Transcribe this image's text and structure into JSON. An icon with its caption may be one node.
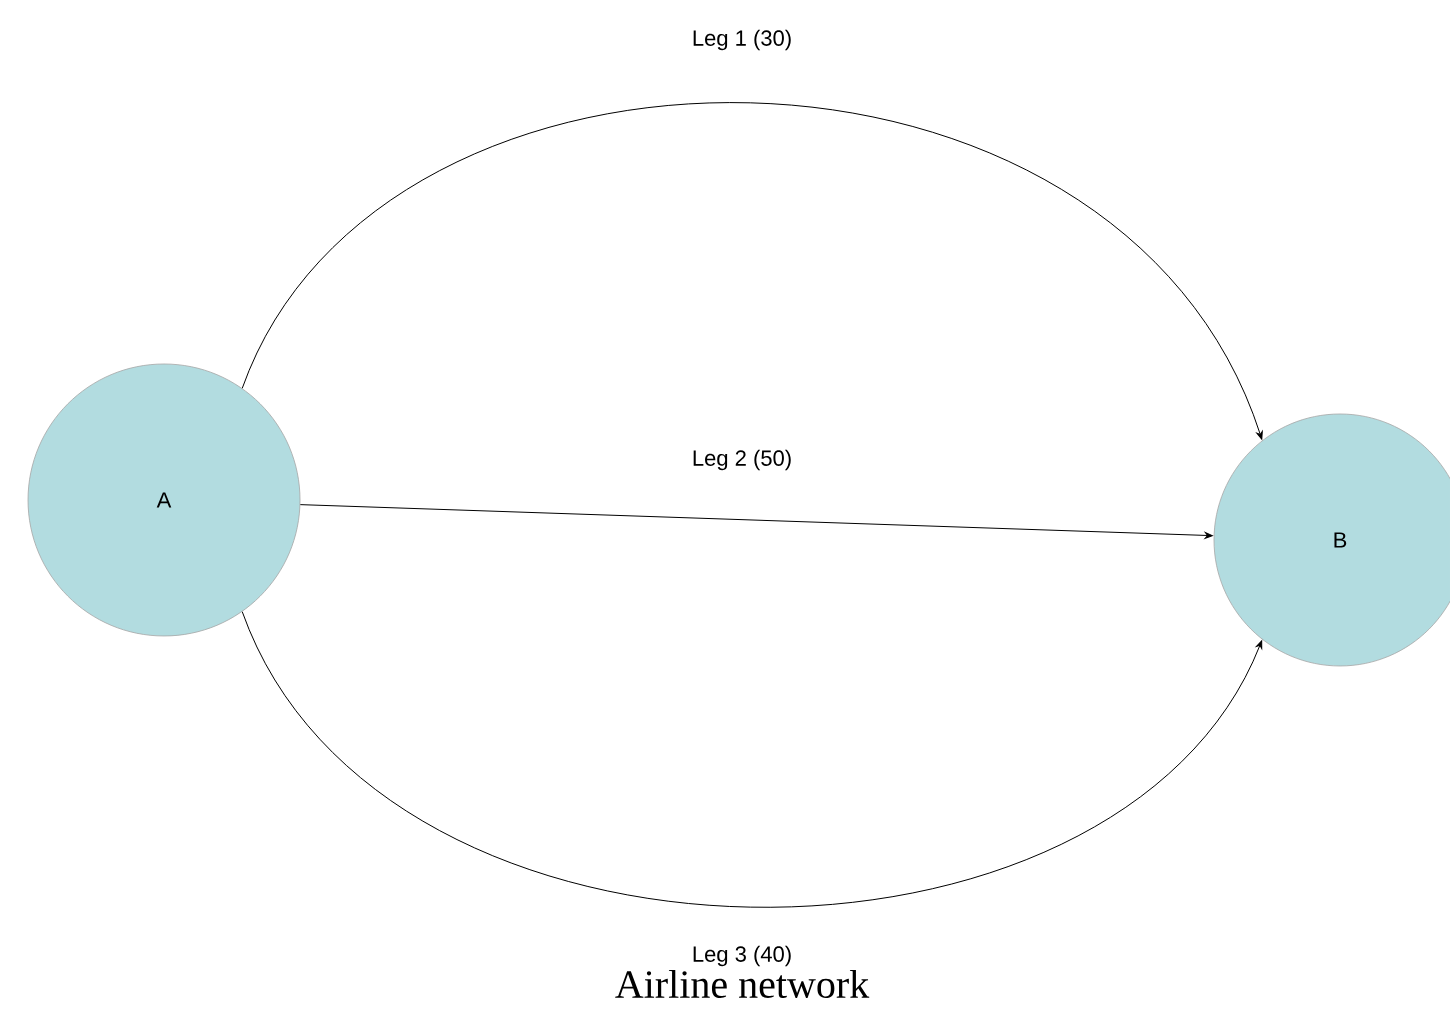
{
  "diagram": {
    "caption": "Airline network",
    "nodes": [
      {
        "text": [
          "A"
        ]
      },
      {
        "text": [
          "B"
        ]
      }
    ],
    "edges": [
      {
        "from": 0,
        "to": 1,
        "arrow": "to",
        "label": "Leg 1 (30)"
      },
      {
        "from": 0,
        "to": 1,
        "arrow": "to",
        "label": "Leg 2 (50)"
      },
      {
        "from": 0,
        "to": 1,
        "arrow": "to",
        "label": "Leg 3 (40)"
      }
    ]
  }
}
